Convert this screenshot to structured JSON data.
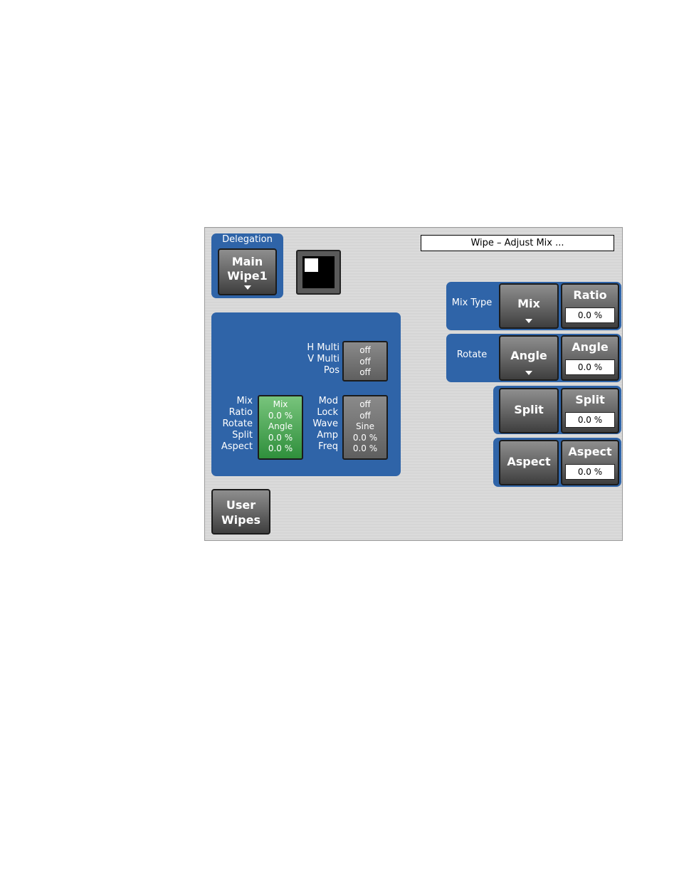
{
  "title_bar": {
    "text": "Wipe – Adjust Mix ..."
  },
  "delegation": {
    "label": "Delegation",
    "button_line1": "Main",
    "button_line2": "Wipe1"
  },
  "params": {
    "group1": {
      "labels": [
        "H Multi",
        "V Multi",
        "Pos"
      ],
      "values": [
        "off",
        "off",
        "off"
      ]
    },
    "group2": {
      "labels": [
        "Mix",
        "Ratio",
        "Rotate",
        "Split",
        "Aspect"
      ],
      "values": [
        "Mix",
        "0.0 %",
        "Angle",
        "0.0 %",
        "0.0 %"
      ]
    },
    "group3": {
      "labels": [
        "Mod",
        "Lock",
        "Wave",
        "Amp",
        "Freq"
      ],
      "values": [
        "off",
        "off",
        "Sine",
        "0.0 %",
        "0.0 %"
      ]
    }
  },
  "user_wipes": {
    "line1": "User",
    "line2": "Wipes"
  },
  "right": {
    "mixtype": {
      "label": "Mix Type",
      "button": "Mix",
      "value_title": "Ratio",
      "value": "0.0 %"
    },
    "rotate": {
      "label": "Rotate",
      "button": "Angle",
      "value_title": "Angle",
      "value": "0.0 %"
    },
    "split": {
      "button": "Split",
      "value_title": "Split",
      "value": "0.0 %"
    },
    "aspect": {
      "button": "Aspect",
      "value_title": "Aspect",
      "value": "0.0 %"
    }
  },
  "colors": {
    "panel_blue": "#2f64a8",
    "active_green": "#3a9a45",
    "button_gray": "#6b6b6b"
  }
}
